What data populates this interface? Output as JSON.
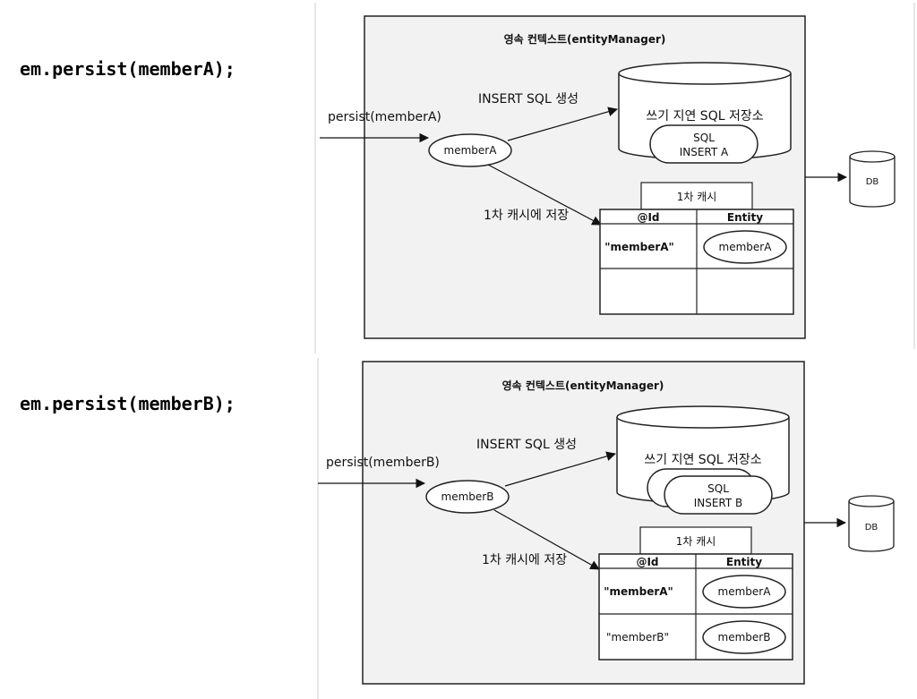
{
  "steps": [
    {
      "code": "em.persist(memberA);",
      "context_title": "영속 컨텍스트(entityManager)",
      "persist_label": "persist(memberA)",
      "entity_node": "memberA",
      "insert_label": "INSERT SQL 생성",
      "store_label": "1차 캐시에 저장",
      "sql_store_title": "쓰기 지연 SQL 저장소",
      "sql_item": [
        "SQL",
        "INSERT A"
      ],
      "cache_title": "1차 캐시",
      "cache_headers": [
        "@Id",
        "Entity"
      ],
      "cache_rows": [
        {
          "id": "\"memberA\"",
          "entity": "memberA"
        },
        {
          "id": "",
          "entity": ""
        }
      ],
      "db_label": "DB"
    },
    {
      "code": "em.persist(memberB);",
      "context_title": "영속 컨텍스트(entityManager)",
      "persist_label": "persist(memberB)",
      "entity_node": "memberB",
      "insert_label": "INSERT SQL 생성",
      "store_label": "1차 캐시에 저장",
      "sql_store_title": "쓰기 지연 SQL 저장소",
      "sql_item": [
        "SQL",
        "INSERT B"
      ],
      "cache_title": "1차 캐시",
      "cache_headers": [
        "@Id",
        "Entity"
      ],
      "cache_rows": [
        {
          "id": "\"memberA\"",
          "entity": "memberA"
        },
        {
          "id": "\"memberB\"",
          "entity": "memberB"
        }
      ],
      "db_label": "DB"
    }
  ]
}
